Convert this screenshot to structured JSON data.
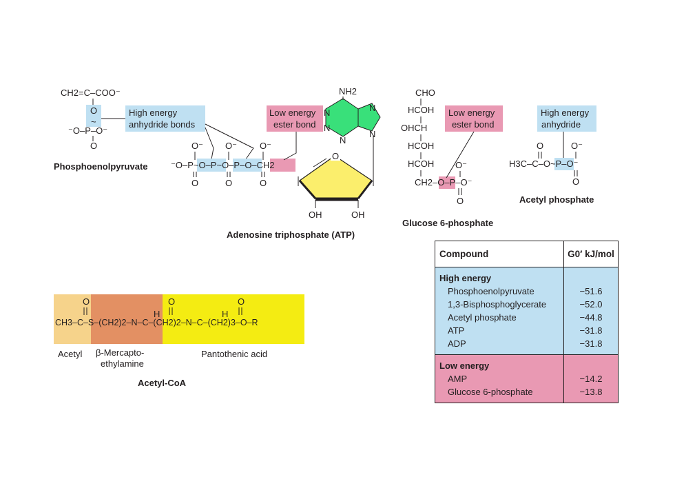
{
  "colors": {
    "high_energy_blue": "#bfe0f2",
    "low_energy_pink": "#e999b3",
    "ribose_yellow": "#fbee6c",
    "adenine_green": "#39e07a",
    "acetyl_tan": "#f6d38b",
    "mercapto_orange": "#e39063",
    "pantothenic_yellow": "#f4ec12",
    "ink": "#231f20"
  },
  "pep": {
    "line1": "CH2=C–COO⁻",
    "o_label": "O",
    "tilde": "~",
    "phosphate_row": "⁻O–P–O⁻",
    "o_bottom": "O",
    "name": "Phosphoenolpyruvate"
  },
  "callouts": {
    "high_energy_anhydride_bonds_1": "High energy",
    "high_energy_anhydride_bonds_2": "anhydride bonds",
    "low_energy_ester_bond_atp_1": "Low energy",
    "low_energy_ester_bond_atp_2": "ester bond",
    "low_energy_ester_bond_g6p_1": "Low energy",
    "low_energy_ester_bond_g6p_2": "ester bond",
    "high_energy_anhydride_1": "High energy",
    "high_energy_anhydride_2": "anhydride"
  },
  "atp": {
    "chain": "⁻O–P~O–P~O–P–O–CH2",
    "o_minus": "O⁻",
    "o": "O",
    "nh2": "NH2",
    "n": "N",
    "ring_o": "O",
    "oh": "OH",
    "name": "Adenosine triphosphate (ATP)"
  },
  "g6p": {
    "rows": [
      "CHO",
      "HCOH",
      "OHCH",
      "HCOH",
      "HCOH",
      "CH2–O–P–O⁻"
    ],
    "o_minus": "O⁻",
    "o": "O",
    "name": "Glucose 6-phosphate"
  },
  "acetyl_phosphate": {
    "formula": "H3C–C–O~P–O⁻",
    "o": "O",
    "o_minus": "O⁻",
    "name": "Acetyl phosphate"
  },
  "acetyl_coa": {
    "formula": "CH3–C–S–(CH2)2–N–C–(CH2)2–N–C–(CH2)3–O–R",
    "h": "H",
    "o": "O",
    "segments": [
      "Acetyl",
      "β-Mercapto-",
      "ethylamine",
      "Pantothenic acid"
    ],
    "name": "Acetyl-CoA"
  },
  "table": {
    "col_compound": "Compound",
    "col_g": "G0′ kJ/mol",
    "high_group": "High energy",
    "high_rows": [
      {
        "name": "Phosphoenolpyruvate",
        "value": "−51.6"
      },
      {
        "name": "1,3-Bisphosphoglycerate",
        "value": "−52.0"
      },
      {
        "name": "Acetyl phosphate",
        "value": "−44.8"
      },
      {
        "name": "ATP",
        "value": "−31.8"
      },
      {
        "name": "ADP",
        "value": "−31.8"
      }
    ],
    "low_group": "Low energy",
    "low_rows": [
      {
        "name": "AMP",
        "value": "−14.2"
      },
      {
        "name": "Glucose 6-phosphate",
        "value": "−13.8"
      }
    ]
  }
}
